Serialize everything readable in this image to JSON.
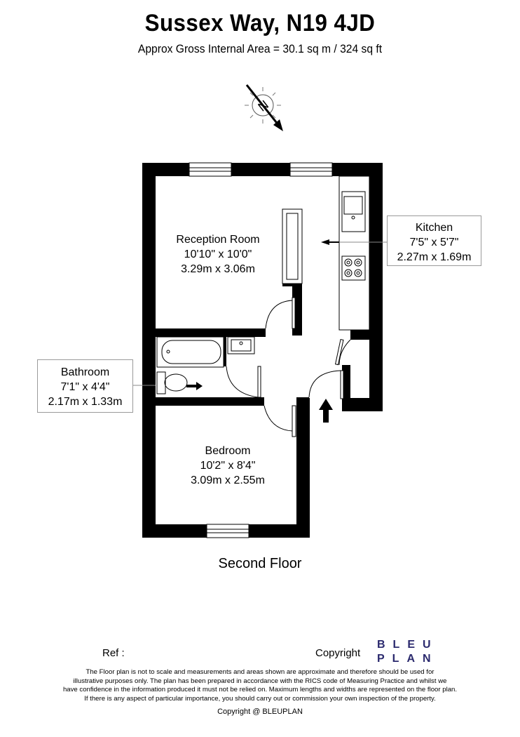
{
  "header": {
    "title": "Sussex Way, N19 4JD",
    "subtitle": "Approx Gross Internal Area = 30.1 sq m / 324 sq ft"
  },
  "compass": {
    "letter": "N"
  },
  "rooms": {
    "reception": {
      "name": "Reception Room",
      "imperial": "10'10\" x 10'0\"",
      "metric": "3.29m x 3.06m"
    },
    "kitchen": {
      "name": "Kitchen",
      "imperial": "7'5\" x 5'7\"",
      "metric": "2.27m x 1.69m"
    },
    "bathroom": {
      "name": "Bathroom",
      "imperial": "7'1\" x 4'4\"",
      "metric": "2.17m x 1.33m"
    },
    "bedroom": {
      "name": "Bedroom",
      "imperial": "10'2\" x 8'4\"",
      "metric": "3.09m x 2.55m"
    }
  },
  "floor_name": "Second Floor",
  "footer": {
    "ref_label": "Ref  :",
    "copyright_label": "Copyright",
    "logo_line1": "BLEU",
    "logo_line2": "PLAN",
    "disclaimer": [
      "The Floor plan is not to scale and measurements and areas shown are approximate and therefore should be used for",
      "illustrative purposes only. The plan has been prepared in accordance with the RICS code of Measuring Practice and whilst we",
      "have confidence in the information produced it must not be relied on. Maximum lengths and widths are represented on the floor plan.",
      "If there is any aspect of particular importance, you should carry out or commission your own inspection of the property."
    ],
    "copyright_text": "Copyright @ BLEUPLAN"
  },
  "colors": {
    "wall": "#000000",
    "logo": "#2b2a6e",
    "callout_border": "#9a9a9a"
  }
}
